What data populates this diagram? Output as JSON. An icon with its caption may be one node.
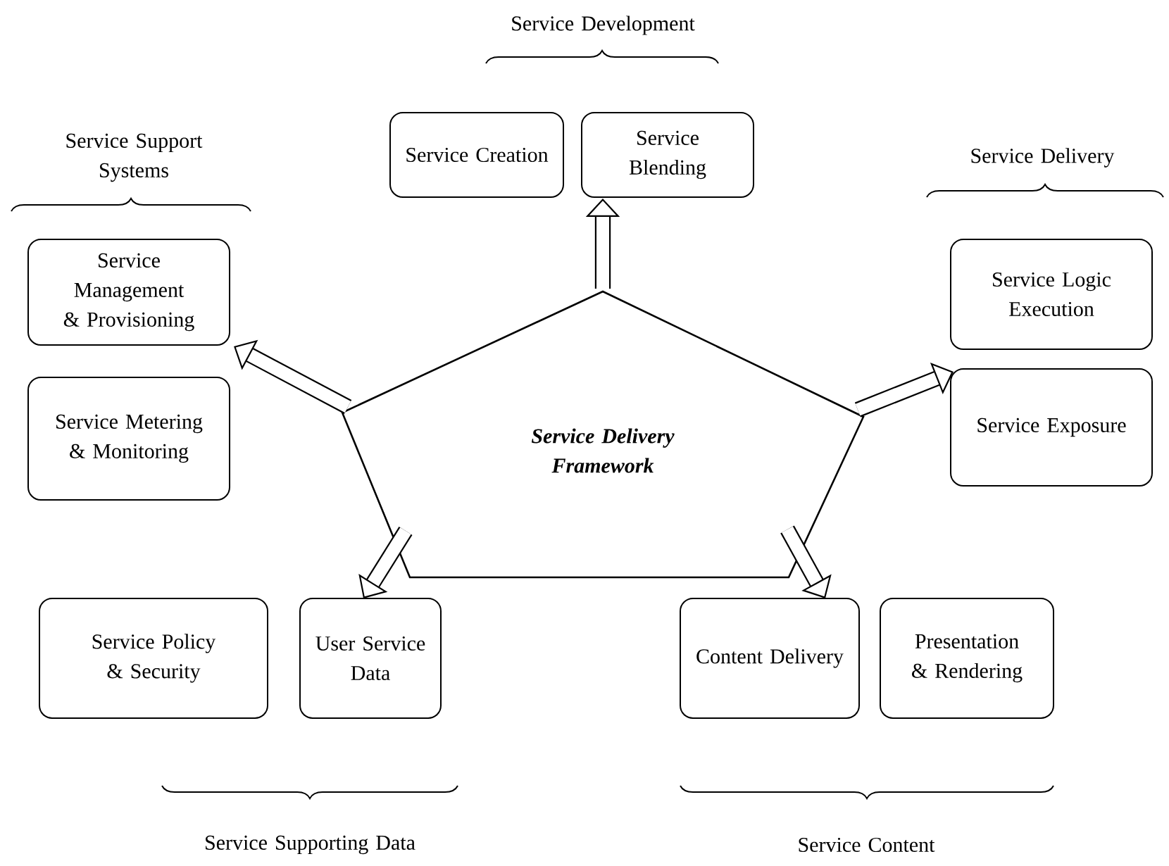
{
  "diagram": {
    "nodes": [
      {
        "text": [
          "Service Delivery Framework"
        ]
      },
      {
        "text": [
          "Service Management & Provisioning"
        ]
      },
      {
        "text": [
          "Service Metering & Monitoring"
        ]
      },
      {
        "text": [
          "Service Creation"
        ]
      },
      {
        "text": [
          "Service Blending"
        ]
      },
      {
        "text": [
          "Service Logic Execution"
        ]
      },
      {
        "text": [
          "Service Exposure"
        ]
      },
      {
        "text": [
          "Service Policy & Security"
        ]
      },
      {
        "text": [
          "User Service Data"
        ]
      },
      {
        "text": [
          "Content Delivery"
        ]
      },
      {
        "text": [
          "Presentation & Rendering"
        ]
      }
    ],
    "edges": [
      {
        "from": 0,
        "to": 4,
        "arrow": "to"
      },
      {
        "from": 0,
        "to": 1,
        "arrow": "to"
      },
      {
        "from": 0,
        "to": 6,
        "arrow": "to"
      },
      {
        "from": 0,
        "to": 8,
        "arrow": "to"
      },
      {
        "from": 0,
        "to": 9,
        "arrow": "to"
      }
    ],
    "labels": [
      "Service Development",
      "Service Support Systems",
      "Service Delivery",
      "Service Supporting Data",
      "Service Content"
    ]
  }
}
